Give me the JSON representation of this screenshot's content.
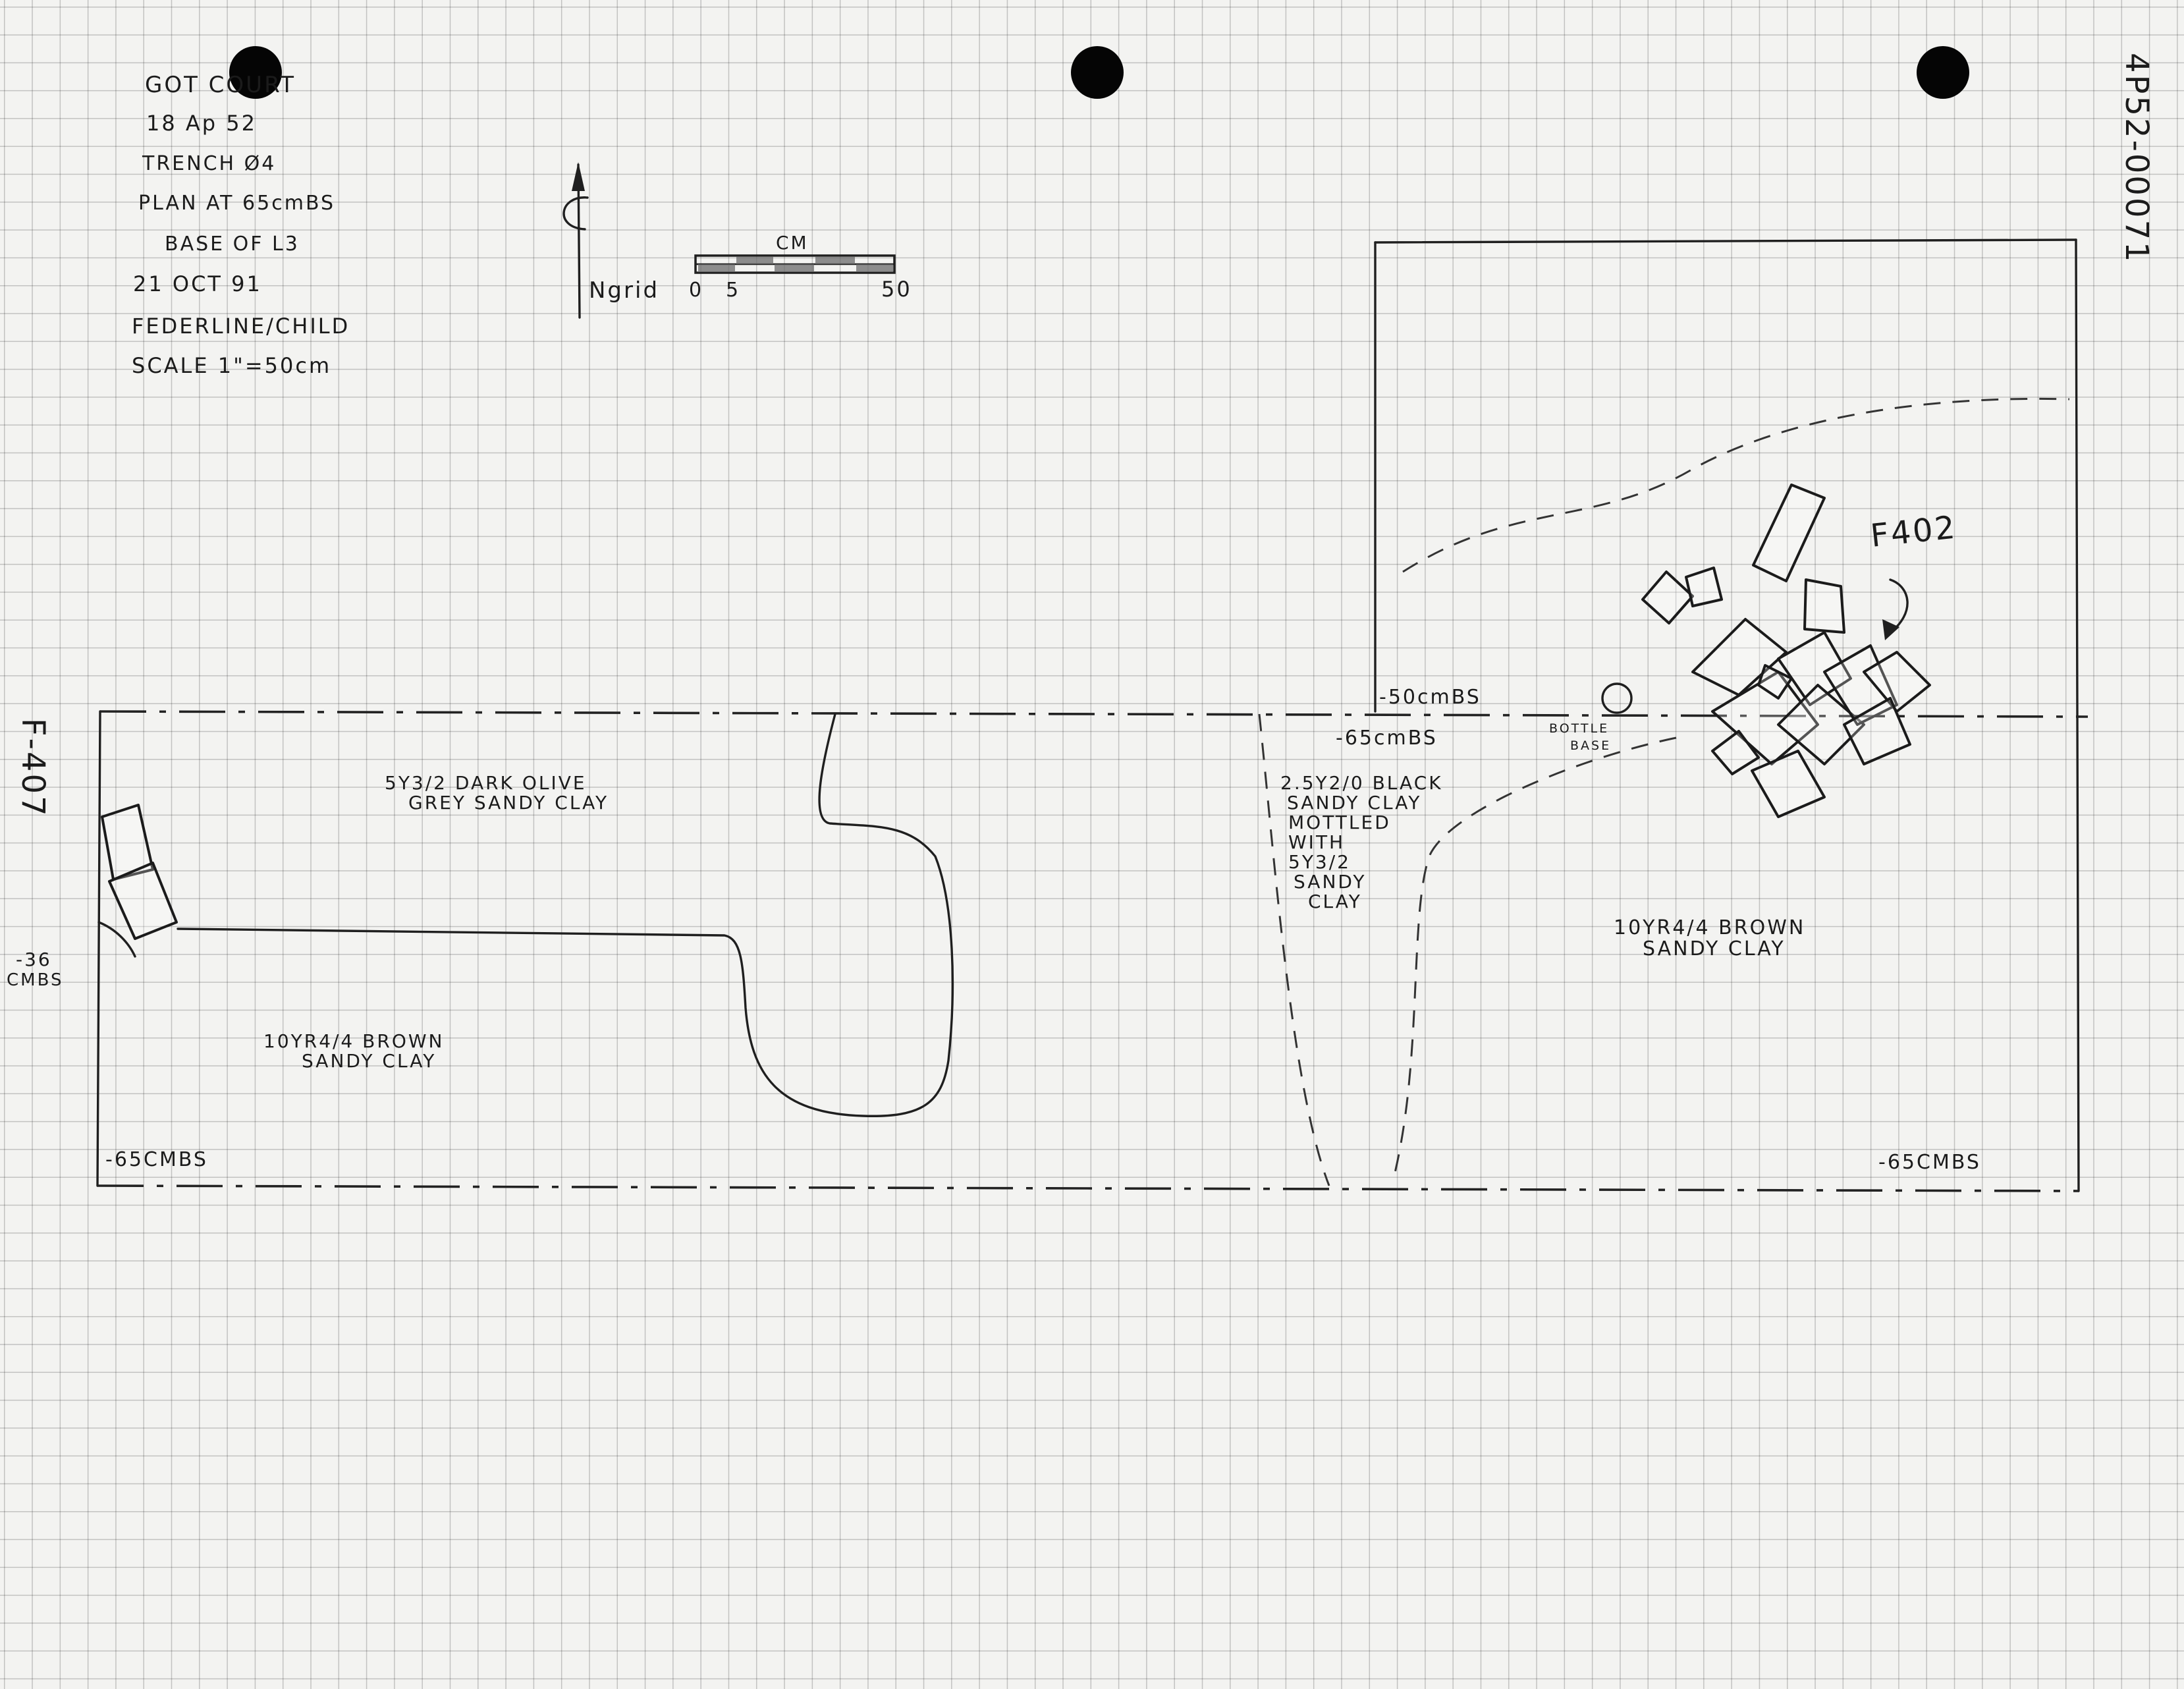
{
  "header": {
    "line1": "GOT   COURT",
    "line2": "18 Ap 52",
    "line3": "TRENCH Ø4",
    "line4": "PLAN AT 65cmBS",
    "line5": "BASE OF L3",
    "line6": "21 OCT 91",
    "line7": "FEDERLINE/CHILD",
    "line8": "SCALE 1\"=50cm"
  },
  "north_arrow": {
    "label": "Ngrid"
  },
  "scale_bar": {
    "unit": "CM",
    "tick_0": "0",
    "tick_5": "5",
    "tick_50": "50"
  },
  "document_number": "4P52-00071",
  "features": {
    "f407": "F-407",
    "f402": "F402",
    "bottle_line1": "BOTTLE",
    "bottle_line2": "BASE"
  },
  "depth_labels": {
    "d36_a": "-36",
    "d36_b": "CMBS",
    "d50": "-50cmBS",
    "d65_mid": "-65cmBS",
    "d65_left": "-65CMBS",
    "d65_right": "-65CMBS"
  },
  "soil_labels": {
    "olive_a": "5Y3/2 DARK OLIVE",
    "olive_b": "GREY SANDY CLAY",
    "brown_left_a": "10YR4/4 BROWN",
    "brown_left_b": "SANDY CLAY",
    "black_a": "2.5Y2/0 BLACK",
    "black_b": "SANDY CLAY",
    "black_c": "MOTTLED",
    "black_d": "WITH",
    "black_e": "5Y3/2",
    "black_f": "SANDY",
    "black_g": "CLAY",
    "brown_right_a": "10YR4/4 BROWN",
    "brown_right_b": "SANDY CLAY"
  },
  "colors": {
    "paper": "#f3f3f1",
    "grid": "#c9c9c9",
    "ink": "#1f1f1f",
    "punch_hole": "#050505"
  }
}
